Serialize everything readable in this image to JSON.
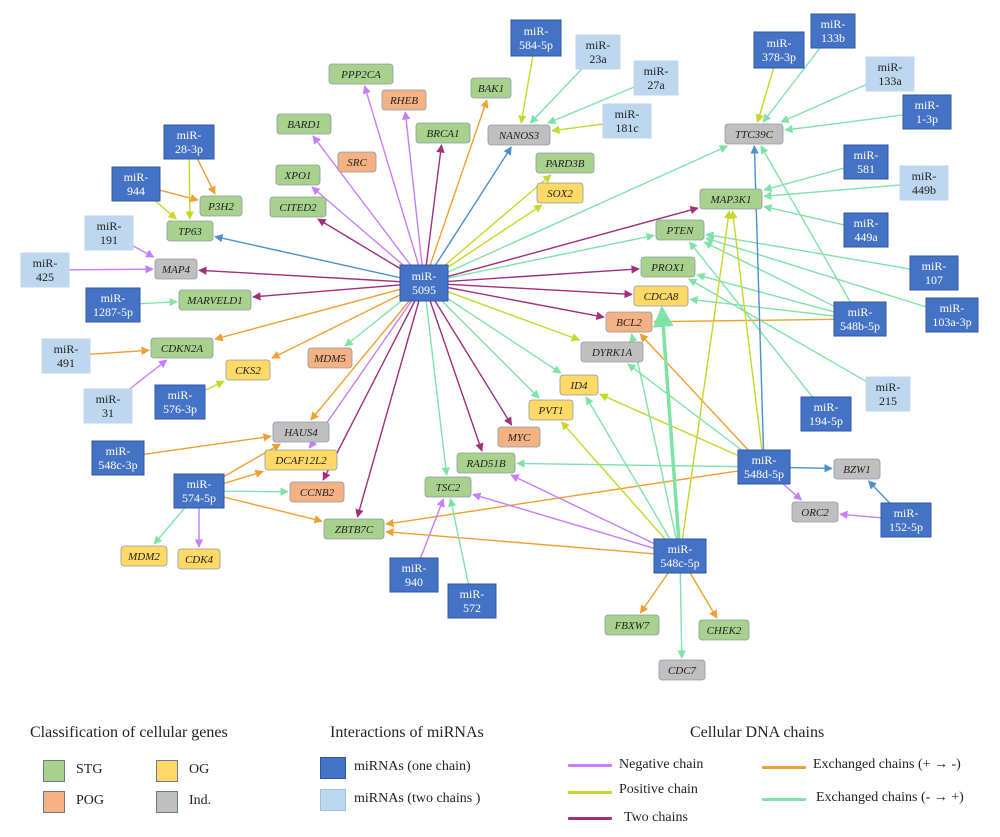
{
  "colors": {
    "STG": "#a9d18e",
    "POG": "#f4b183",
    "OG": "#ffd966",
    "Ind": "#bfbfbf",
    "mirna_one": "#4472c4",
    "mirna_two": "#bdd7ee",
    "negative": "#c77dff",
    "positive": "#c5d82a",
    "two": "#a0307a",
    "exch_pos_neg": "#f0a030",
    "exch_neg_pos": "#7fe3a8",
    "central": "#4a8fcf"
  },
  "nodes": [
    {
      "id": "miR-5095",
      "label": "miR-\n5095",
      "type": "mirna_one"
    },
    {
      "id": "miR-584-5p",
      "label": "miR-\n584-5p",
      "type": "mirna_one"
    },
    {
      "id": "miR-23a",
      "label": "miR-\n23a",
      "type": "mirna_two"
    },
    {
      "id": "miR-27a",
      "label": "miR-\n27a",
      "type": "mirna_two"
    },
    {
      "id": "miR-181c",
      "label": "miR-\n181c",
      "type": "mirna_two"
    },
    {
      "id": "miR-378-3p",
      "label": "miR-\n378-3p",
      "type": "mirna_one"
    },
    {
      "id": "miR-133b",
      "label": "miR-\n133b",
      "type": "mirna_one"
    },
    {
      "id": "miR-133a",
      "label": "miR-\n133a",
      "type": "mirna_two"
    },
    {
      "id": "miR-1-3p",
      "label": "miR-\n1-3p",
      "type": "mirna_one"
    },
    {
      "id": "miR-581",
      "label": "miR-\n581",
      "type": "mirna_one"
    },
    {
      "id": "miR-449b",
      "label": "miR-\n449b",
      "type": "mirna_two"
    },
    {
      "id": "miR-449a",
      "label": "miR-\n449a",
      "type": "mirna_one"
    },
    {
      "id": "miR-107",
      "label": "miR-\n107",
      "type": "mirna_one"
    },
    {
      "id": "miR-103a-3p",
      "label": "miR-\n103a-3p",
      "type": "mirna_one"
    },
    {
      "id": "miR-548b-5p",
      "label": "miR-\n548b-5p",
      "type": "mirna_one"
    },
    {
      "id": "miR-215",
      "label": "miR-\n215",
      "type": "mirna_two"
    },
    {
      "id": "miR-194-5p",
      "label": "miR-\n194-5p",
      "type": "mirna_one"
    },
    {
      "id": "miR-548d-5p",
      "label": "miR-\n548d-5p",
      "type": "mirna_one"
    },
    {
      "id": "miR-152-5p",
      "label": "miR-\n152-5p",
      "type": "mirna_one"
    },
    {
      "id": "miR-548c-5p",
      "label": "miR-\n548c-5p",
      "type": "mirna_one"
    },
    {
      "id": "miR-940",
      "label": "miR-\n940",
      "type": "mirna_one"
    },
    {
      "id": "miR-572",
      "label": "miR-\n572",
      "type": "mirna_one"
    },
    {
      "id": "miR-574-5p",
      "label": "miR-\n574-5p",
      "type": "mirna_one"
    },
    {
      "id": "miR-548c-3p",
      "label": "miR-\n548c-3p",
      "type": "mirna_one"
    },
    {
      "id": "miR-576-3p",
      "label": "miR-\n576-3p",
      "type": "mirna_one"
    },
    {
      "id": "miR-31",
      "label": "miR-\n31",
      "type": "mirna_two"
    },
    {
      "id": "miR-491",
      "label": "miR-\n491",
      "type": "mirna_two"
    },
    {
      "id": "miR-1287-5p",
      "label": "miR-\n1287-5p",
      "type": "mirna_one"
    },
    {
      "id": "miR-425",
      "label": "miR-\n425",
      "type": "mirna_two"
    },
    {
      "id": "miR-191",
      "label": "miR-\n191",
      "type": "mirna_two"
    },
    {
      "id": "miR-944",
      "label": "miR-\n944",
      "type": "mirna_one"
    },
    {
      "id": "miR-28-3p",
      "label": "miR-\n28-3p",
      "type": "mirna_one"
    },
    {
      "id": "PPP2CA",
      "label": "PPP2CA",
      "type": "STG"
    },
    {
      "id": "RHEB",
      "label": "RHEB",
      "type": "POG"
    },
    {
      "id": "BAK1",
      "label": "BAK1",
      "type": "STG"
    },
    {
      "id": "BARD1",
      "label": "BARD1",
      "type": "STG"
    },
    {
      "id": "BRCA1",
      "label": "BRCA1",
      "type": "STG"
    },
    {
      "id": "NANOS3",
      "label": "NANOS3",
      "type": "Ind"
    },
    {
      "id": "SRC",
      "label": "SRC",
      "type": "POG"
    },
    {
      "id": "XPO1",
      "label": "XPO1",
      "type": "STG"
    },
    {
      "id": "CITED2",
      "label": "CITED2",
      "type": "STG"
    },
    {
      "id": "PARD3B",
      "label": "PARD3B",
      "type": "STG"
    },
    {
      "id": "SOX2",
      "label": "SOX2",
      "type": "OG"
    },
    {
      "id": "TTC39C",
      "label": "TTC39C",
      "type": "Ind"
    },
    {
      "id": "MAP3K1",
      "label": "MAP3K1",
      "type": "STG"
    },
    {
      "id": "PTEN",
      "label": "PTEN",
      "type": "STG"
    },
    {
      "id": "PROX1",
      "label": "PROX1",
      "type": "STG"
    },
    {
      "id": "CDCA8",
      "label": "CDCA8",
      "type": "OG"
    },
    {
      "id": "BCL2",
      "label": "BCL2",
      "type": "POG"
    },
    {
      "id": "DYRK1A",
      "label": "DYRK1A",
      "type": "Ind"
    },
    {
      "id": "ID4",
      "label": "ID4",
      "type": "OG"
    },
    {
      "id": "PVT1",
      "label": "PVT1",
      "type": "OG"
    },
    {
      "id": "MYC",
      "label": "MYC",
      "type": "POG"
    },
    {
      "id": "RAD51B",
      "label": "RAD51B",
      "type": "STG"
    },
    {
      "id": "TSC2",
      "label": "TSC2",
      "type": "STG"
    },
    {
      "id": "BZW1",
      "label": "BZW1",
      "type": "Ind"
    },
    {
      "id": "ORC2",
      "label": "ORC2",
      "type": "Ind"
    },
    {
      "id": "FBXW7",
      "label": "FBXW7",
      "type": "STG"
    },
    {
      "id": "CHEK2",
      "label": "CHEK2",
      "type": "STG"
    },
    {
      "id": "CDC7",
      "label": "CDC7",
      "type": "Ind"
    },
    {
      "id": "P3H2",
      "label": "P3H2",
      "type": "STG"
    },
    {
      "id": "TP63",
      "label": "TP63",
      "type": "STG"
    },
    {
      "id": "MAP4",
      "label": "MAP4",
      "type": "Ind"
    },
    {
      "id": "MARVELD1",
      "label": "MARVELD1",
      "type": "STG"
    },
    {
      "id": "CDKN2A",
      "label": "CDKN2A",
      "type": "STG"
    },
    {
      "id": "CKS2",
      "label": "CKS2",
      "type": "OG"
    },
    {
      "id": "MDM5",
      "label": "MDM5",
      "type": "POG"
    },
    {
      "id": "HAUS4",
      "label": "HAUS4",
      "type": "Ind"
    },
    {
      "id": "DCAF12L2",
      "label": "DCAF12L2",
      "type": "OG"
    },
    {
      "id": "CCNB2",
      "label": "CCNB2",
      "type": "POG"
    },
    {
      "id": "ZBTB7C",
      "label": "ZBTB7C",
      "type": "STG"
    },
    {
      "id": "MDM2",
      "label": "MDM2",
      "type": "OG"
    },
    {
      "id": "CDK4",
      "label": "CDK4",
      "type": "OG"
    }
  ],
  "edges": [
    [
      "miR-5095",
      "PPP2CA",
      "negative"
    ],
    [
      "miR-5095",
      "RHEB",
      "negative"
    ],
    [
      "miR-5095",
      "BAK1",
      "exch_pos_neg"
    ],
    [
      "miR-5095",
      "BARD1",
      "negative"
    ],
    [
      "miR-5095",
      "BRCA1",
      "two"
    ],
    [
      "miR-5095",
      "NANOS3",
      "central"
    ],
    [
      "miR-5095",
      "XPO1",
      "negative"
    ],
    [
      "miR-5095",
      "CITED2",
      "two"
    ],
    [
      "miR-5095",
      "PARD3B",
      "positive"
    ],
    [
      "miR-5095",
      "SOX2",
      "positive"
    ],
    [
      "miR-5095",
      "TP63",
      "central"
    ],
    [
      "miR-5095",
      "MAP4",
      "two"
    ],
    [
      "miR-5095",
      "MARVELD1",
      "two"
    ],
    [
      "miR-5095",
      "CDKN2A",
      "exch_pos_neg"
    ],
    [
      "miR-5095",
      "CKS2",
      "exch_pos_neg"
    ],
    [
      "miR-5095",
      "MDM5",
      "exch_neg_pos"
    ],
    [
      "miR-5095",
      "MAP3K1",
      "two"
    ],
    [
      "miR-5095",
      "PTEN",
      "exch_neg_pos"
    ],
    [
      "miR-5095",
      "PROX1",
      "two"
    ],
    [
      "miR-5095",
      "CDCA8",
      "two"
    ],
    [
      "miR-5095",
      "BCL2",
      "two"
    ],
    [
      "miR-5095",
      "DYRK1A",
      "positive"
    ],
    [
      "miR-5095",
      "ID4",
      "exch_neg_pos"
    ],
    [
      "miR-5095",
      "PVT1",
      "exch_neg_pos"
    ],
    [
      "miR-5095",
      "MYC",
      "two"
    ],
    [
      "miR-5095",
      "RAD51B",
      "two"
    ],
    [
      "miR-5095",
      "TSC2",
      "exch_neg_pos"
    ],
    [
      "miR-5095",
      "HAUS4",
      "exch_pos_neg"
    ],
    [
      "miR-5095",
      "DCAF12L2",
      "negative"
    ],
    [
      "miR-5095",
      "CCNB2",
      "two"
    ],
    [
      "miR-5095",
      "ZBTB7C",
      "two"
    ],
    [
      "miR-5095",
      "TTC39C",
      "exch_neg_pos"
    ],
    [
      "miR-584-5p",
      "NANOS3",
      "positive"
    ],
    [
      "miR-23a",
      "NANOS3",
      "exch_neg_pos"
    ],
    [
      "miR-27a",
      "NANOS3",
      "exch_neg_pos"
    ],
    [
      "miR-181c",
      "NANOS3",
      "positive"
    ],
    [
      "miR-378-3p",
      "TTC39C",
      "positive"
    ],
    [
      "miR-133b",
      "TTC39C",
      "exch_neg_pos"
    ],
    [
      "miR-133a",
      "TTC39C",
      "exch_neg_pos"
    ],
    [
      "miR-1-3p",
      "TTC39C",
      "exch_neg_pos"
    ],
    [
      "miR-581",
      "MAP3K1",
      "exch_neg_pos"
    ],
    [
      "miR-449b",
      "MAP3K1",
      "exch_neg_pos"
    ],
    [
      "miR-449a",
      "MAP3K1",
      "exch_neg_pos"
    ],
    [
      "miR-107",
      "PTEN",
      "exch_neg_pos"
    ],
    [
      "miR-103a-3p",
      "PTEN",
      "exch_neg_pos"
    ],
    [
      "miR-548b-5p",
      "PTEN",
      "exch_neg_pos"
    ],
    [
      "miR-548b-5p",
      "PROX1",
      "exch_neg_pos"
    ],
    [
      "miR-548b-5p",
      "CDCA8",
      "exch_neg_pos"
    ],
    [
      "miR-548b-5p",
      "BCL2",
      "exch_pos_neg"
    ],
    [
      "miR-548b-5p",
      "TTC39C",
      "exch_neg_pos"
    ],
    [
      "miR-215",
      "PROX1",
      "exch_neg_pos"
    ],
    [
      "miR-194-5p",
      "PTEN",
      "exch_neg_pos"
    ],
    [
      "miR-548d-5p",
      "MAP3K1",
      "positive"
    ],
    [
      "miR-548d-5p",
      "TTC39C",
      "central"
    ],
    [
      "miR-548d-5p",
      "DYRK1A",
      "exch_neg_pos"
    ],
    [
      "miR-548d-5p",
      "ID4",
      "positive"
    ],
    [
      "miR-548d-5p",
      "BCL2",
      "exch_pos_neg"
    ],
    [
      "miR-548d-5p",
      "BZW1",
      "central"
    ],
    [
      "miR-548d-5p",
      "ORC2",
      "negative"
    ],
    [
      "miR-548d-5p",
      "ZBTB7C",
      "exch_pos_neg"
    ],
    [
      "miR-548d-5p",
      "RAD51B",
      "exch_neg_pos"
    ],
    [
      "miR-152-5p",
      "BZW1",
      "central"
    ],
    [
      "miR-152-5p",
      "ORC2",
      "negative"
    ],
    [
      "miR-548c-5p",
      "CDCA8",
      "exch_neg_pos"
    ],
    [
      "miR-548c-5p",
      "BCL2",
      "exch_neg_pos"
    ],
    [
      "miR-548c-5p",
      "MAP3K1",
      "positive"
    ],
    [
      "miR-548c-5p",
      "PVT1",
      "positive"
    ],
    [
      "miR-548c-5p",
      "ID4",
      "exch_neg_pos"
    ],
    [
      "miR-548c-5p",
      "RAD51B",
      "negative"
    ],
    [
      "miR-548c-5p",
      "TSC2",
      "negative"
    ],
    [
      "miR-548c-5p",
      "ZBTB7C",
      "exch_pos_neg"
    ],
    [
      "miR-548c-5p",
      "FBXW7",
      "exch_pos_neg"
    ],
    [
      "miR-548c-5p",
      "CHEK2",
      "exch_pos_neg"
    ],
    [
      "miR-548c-5p",
      "CDC7",
      "exch_neg_pos"
    ],
    [
      "miR-940",
      "TSC2",
      "negative"
    ],
    [
      "miR-572",
      "TSC2",
      "exch_neg_pos"
    ],
    [
      "miR-574-5p",
      "HAUS4",
      "exch_pos_neg"
    ],
    [
      "miR-574-5p",
      "DCAF12L2",
      "exch_pos_neg"
    ],
    [
      "miR-574-5p",
      "CCNB2",
      "exch_neg_pos"
    ],
    [
      "miR-574-5p",
      "ZBTB7C",
      "exch_pos_neg"
    ],
    [
      "miR-574-5p",
      "MDM2",
      "exch_neg_pos"
    ],
    [
      "miR-574-5p",
      "CDK4",
      "negative"
    ],
    [
      "miR-548c-3p",
      "HAUS4",
      "exch_pos_neg"
    ],
    [
      "miR-576-3p",
      "CKS2",
      "positive"
    ],
    [
      "miR-31",
      "CDKN2A",
      "negative"
    ],
    [
      "miR-491",
      "CDKN2A",
      "exch_pos_neg"
    ],
    [
      "miR-1287-5p",
      "MARVELD1",
      "exch_neg_pos"
    ],
    [
      "miR-425",
      "MAP4",
      "negative"
    ],
    [
      "miR-191",
      "MAP4",
      "negative"
    ],
    [
      "miR-944",
      "P3H2",
      "exch_pos_neg"
    ],
    [
      "miR-944",
      "TP63",
      "positive"
    ],
    [
      "miR-28-3p",
      "P3H2",
      "exch_pos_neg"
    ],
    [
      "miR-28-3p",
      "TP63",
      "positive"
    ]
  ],
  "legend": {
    "gene_class": {
      "title": "Classification of cellular genes",
      "stg": "STG",
      "og": "OG",
      "pog": "POG",
      "ind": "Ind."
    },
    "mirna": {
      "title": "Interactions  of miRNAs",
      "one": "miRNAs (one chain)",
      "two": "miRNAs (two chains )"
    },
    "chains": {
      "title": "Cellular DNA chains",
      "negative": "Negative chain",
      "positive": "Positive chain",
      "two": "Two chains",
      "exch_pos_neg": "Exchanged chains (+ → -)",
      "exch_neg_pos": "Exchanged chains (- → +)"
    }
  }
}
